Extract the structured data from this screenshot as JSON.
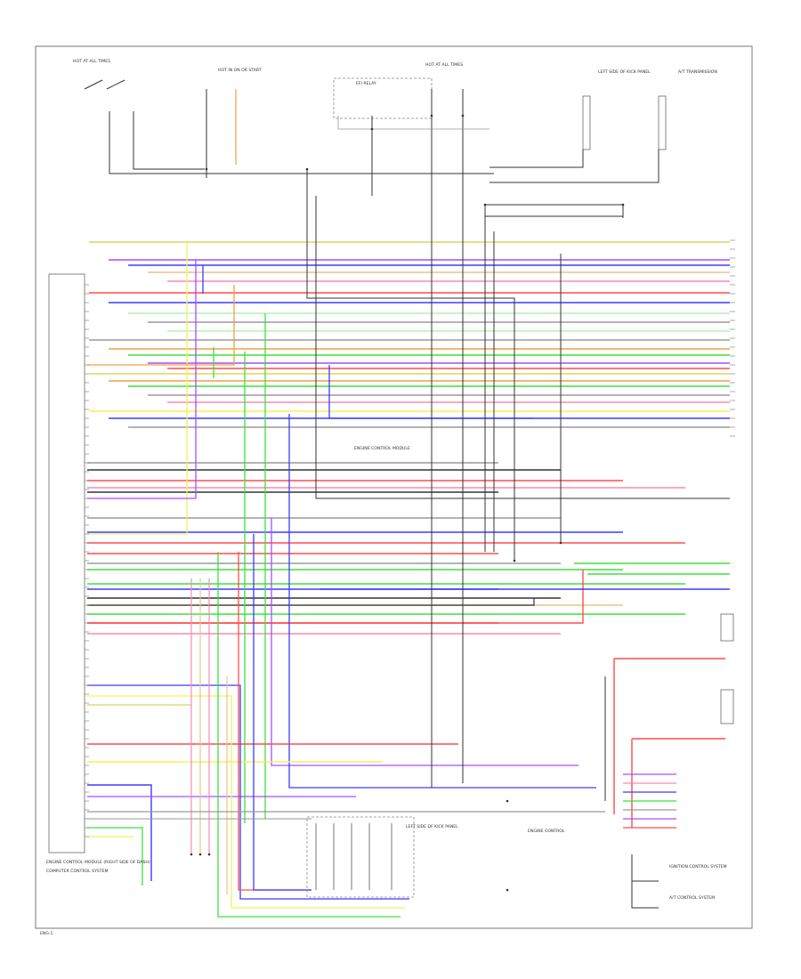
{
  "colors": {
    "red": "#ff4d4d",
    "blue": "#3b3bff",
    "green": "#3fe03f",
    "yellow": "#f2f25a",
    "pink": "#f78ab5",
    "purple": "#a64dff",
    "tan": "#e8c48a",
    "orange": "#f0a040",
    "olive": "#d8d860",
    "gray": "#9a9a9a",
    "black": "#333333",
    "lightgreen": "#b6f0b6",
    "violet": "#c470f0"
  },
  "labels": {
    "top_left_switch": "HOT AT ALL TIMES",
    "top_mid_switch": "HOT IN ON OR START",
    "top_center_switch": "HOT AT ALL TIMES",
    "efi_relay": "EFI RELAY",
    "right_top_1": "LEFT SIDE OF KICK PANEL",
    "right_top_2": "A/T TRANSMISSION",
    "ecm_label": "ENGINE CONTROL MODULE",
    "bottom_left_1": "ENGINE CONTROL MODULE (RIGHT SIDE OF DASH)",
    "bottom_left_2": "COMPUTER CONTROL SYSTEM",
    "bottom_mid_1": "LEFT SIDE OF KICK PANEL",
    "bottom_mid_2": "ENGINE CONTROL",
    "bottom_right_1": "IGNITION CONTROL SYSTEM",
    "bottom_right_2": "A/T CONTROL SYSTEM",
    "page_number": "ENG-1"
  }
}
